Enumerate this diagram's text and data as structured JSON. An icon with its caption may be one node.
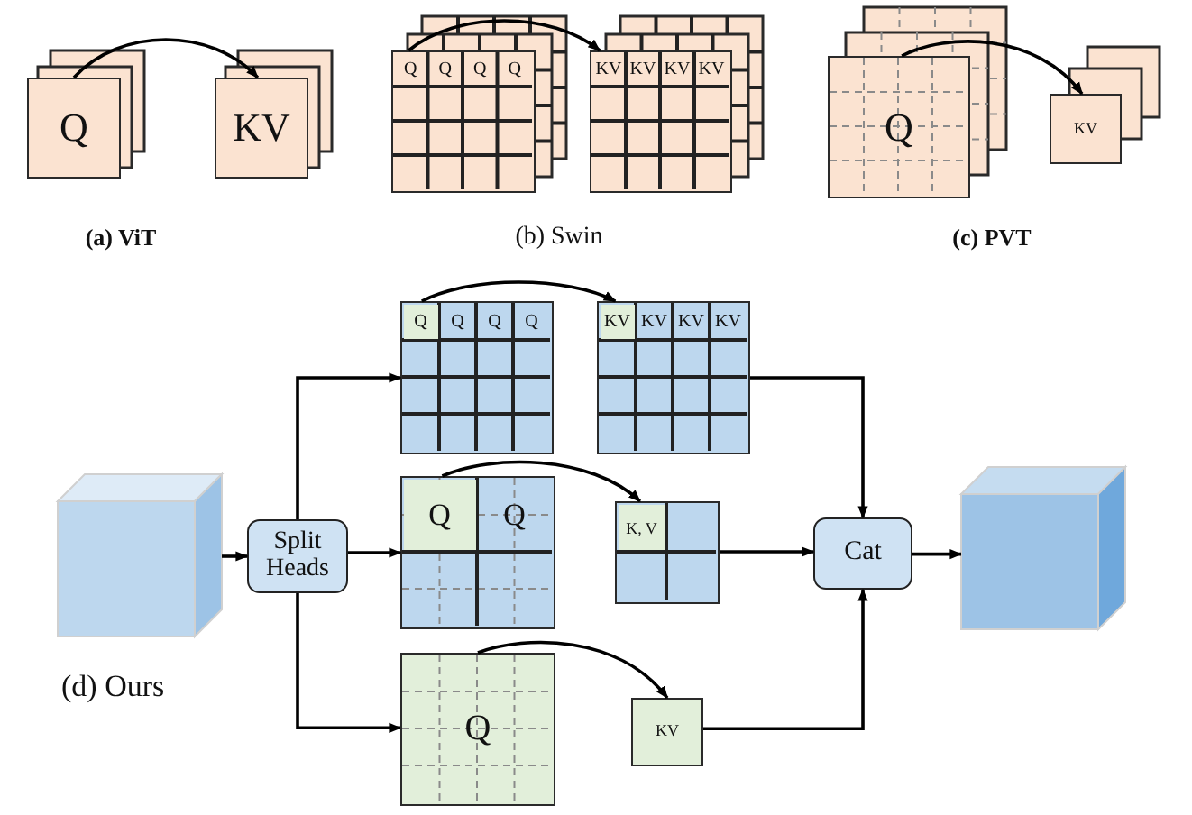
{
  "diagram": {
    "nodes": [
      {
        "text": [
          "Q"
        ]
      },
      {
        "text": [
          "KV"
        ]
      },
      {
        "text": [
          "Q",
          "Q",
          "Q",
          "Q"
        ]
      },
      {
        "text": [
          "KV",
          "KV",
          "KV",
          "KV"
        ]
      },
      {
        "text": [
          "Q"
        ]
      },
      {
        "text": [
          "KV"
        ]
      },
      {
        "text": [
          "Q",
          "Q",
          "Q",
          "Q"
        ]
      },
      {
        "text": [
          "KV",
          "KV",
          "KV",
          "KV"
        ]
      },
      {
        "text": [],
        "shape": "cube"
      },
      {
        "text": [
          "Split Heads"
        ]
      },
      {
        "text": [
          "Q",
          "Q"
        ]
      },
      {
        "text": [
          "K, V"
        ]
      },
      {
        "text": [
          "Cat"
        ]
      },
      {
        "text": [],
        "shape": "cube"
      },
      {
        "text": [
          "Q"
        ]
      },
      {
        "text": [
          "KV"
        ]
      }
    ],
    "edges": [
      {
        "from": 0,
        "to": 1,
        "arrow": "to"
      },
      {
        "from": 2,
        "to": 3,
        "arrow": "to"
      },
      {
        "from": 4,
        "to": 5,
        "arrow": "to"
      },
      {
        "from": 8,
        "to": 9,
        "arrow": "to"
      },
      {
        "from": 9,
        "to": 6,
        "arrow": "to"
      },
      {
        "from": 6,
        "to": 7,
        "arrow": "to"
      },
      {
        "from": 7,
        "to": 12,
        "arrow": "to"
      },
      {
        "from": 9,
        "to": 10,
        "arrow": "to"
      },
      {
        "from": 10,
        "to": 11,
        "arrow": "to"
      },
      {
        "from": 11,
        "to": 12,
        "arrow": "to"
      },
      {
        "from": 9,
        "to": 14,
        "arrow": "to"
      },
      {
        "from": 14,
        "to": 15,
        "arrow": "to"
      },
      {
        "from": 15,
        "to": 12,
        "arrow": "to"
      },
      {
        "from": 12,
        "to": 13,
        "arrow": "to"
      }
    ],
    "labels": [
      "(a) ViT",
      "(b) Swin",
      "(c) PVT",
      "(d) Ours"
    ]
  }
}
